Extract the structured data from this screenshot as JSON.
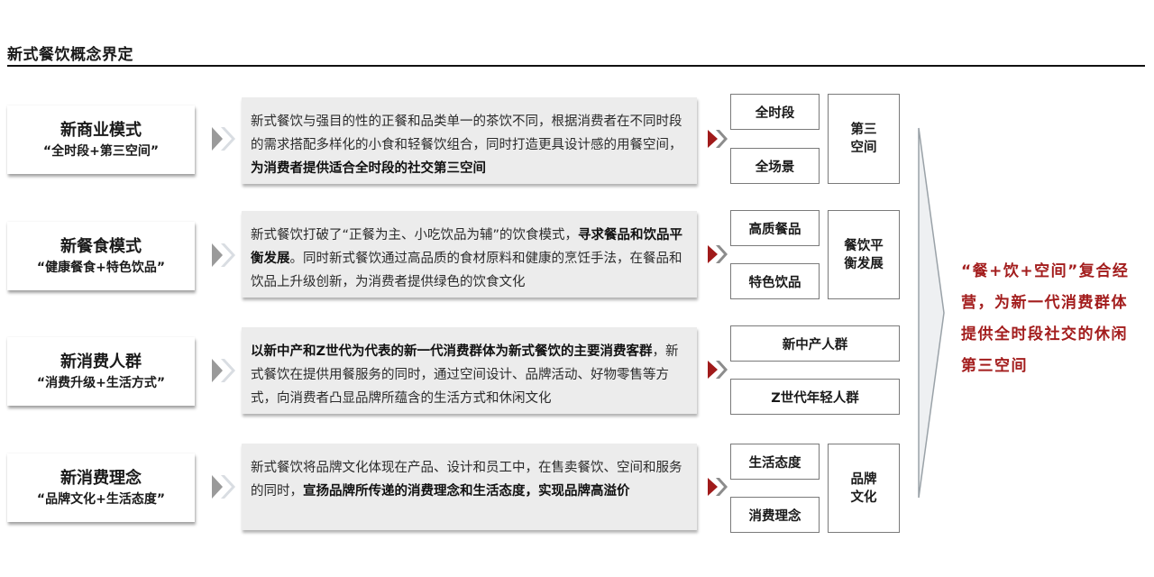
{
  "title": "新式餐饮概念界定",
  "colors": {
    "accent_red": "#a31d1d",
    "card_gray": "#ececec",
    "chevron_gray": "#9a9a9a",
    "chevron_red": "#a01a1a"
  },
  "rows": [
    {
      "heading": "新商业模式",
      "subheading": "“全时段+第三空间”",
      "desc_plain_1": "新式餐饮与强目的性的正餐和品类单一的茶饮不同，根据消费者在不同时段的需求搭配多样化的小食和轻餐饮组合，同时打造更具设计感的用餐空间，",
      "desc_bold_1": "为消费者提供适合全时段的社交第三空间",
      "desc_plain_2": "",
      "tags": [
        "全时段",
        "全场景"
      ],
      "summary_line1": "第三",
      "summary_line2": "空间"
    },
    {
      "heading": "新餐食模式",
      "subheading": "“健康餐食+特色饮品”",
      "desc_plain_1": "新式餐饮打破了“正餐为主、小吃饮品为辅”的饮食模式，",
      "desc_bold_1": "寻求餐品和饮品平衡发展",
      "desc_plain_2": "。同时新式餐饮通过高品质的食材原料和健康的烹饪手法，在餐品和饮品上升级创新，为消费者提供绿色的饮食文化",
      "tags": [
        "高质餐品",
        "特色饮品"
      ],
      "summary_line1": "餐饮平",
      "summary_line2": "衡发展"
    },
    {
      "heading": "新消费人群",
      "subheading": "“消费升级+生活方式”",
      "desc_plain_1": "",
      "desc_bold_1": "以新中产和Z世代为代表的新一代消费群体为新式餐饮的主要消费客群",
      "desc_plain_2": "，新式餐饮在提供用餐服务的同时，通过空间设计、品牌活动、好物零售等方式，向消费者凸显品牌所蕴含的生活方式和休闲文化",
      "tags": [
        "新中产人群",
        "Z世代年轻人群"
      ]
    },
    {
      "heading": "新消费理念",
      "subheading": "“品牌文化+生活态度”",
      "desc_plain_1": "新式餐饮将品牌文化体现在产品、设计和员工中，在售卖餐饮、空间和服务的同时，",
      "desc_bold_1": "宣扬品牌所传递的消费理念和生活态度，实现品牌高溢价",
      "desc_plain_2": "",
      "tags": [
        "生活态度",
        "消费理念"
      ],
      "summary_line1": "品牌",
      "summary_line2": "文化"
    }
  ],
  "conclusion": "“餐+饮+空间”复合经营，为新一代消费群体提供全时段社交的休闲第三空间"
}
